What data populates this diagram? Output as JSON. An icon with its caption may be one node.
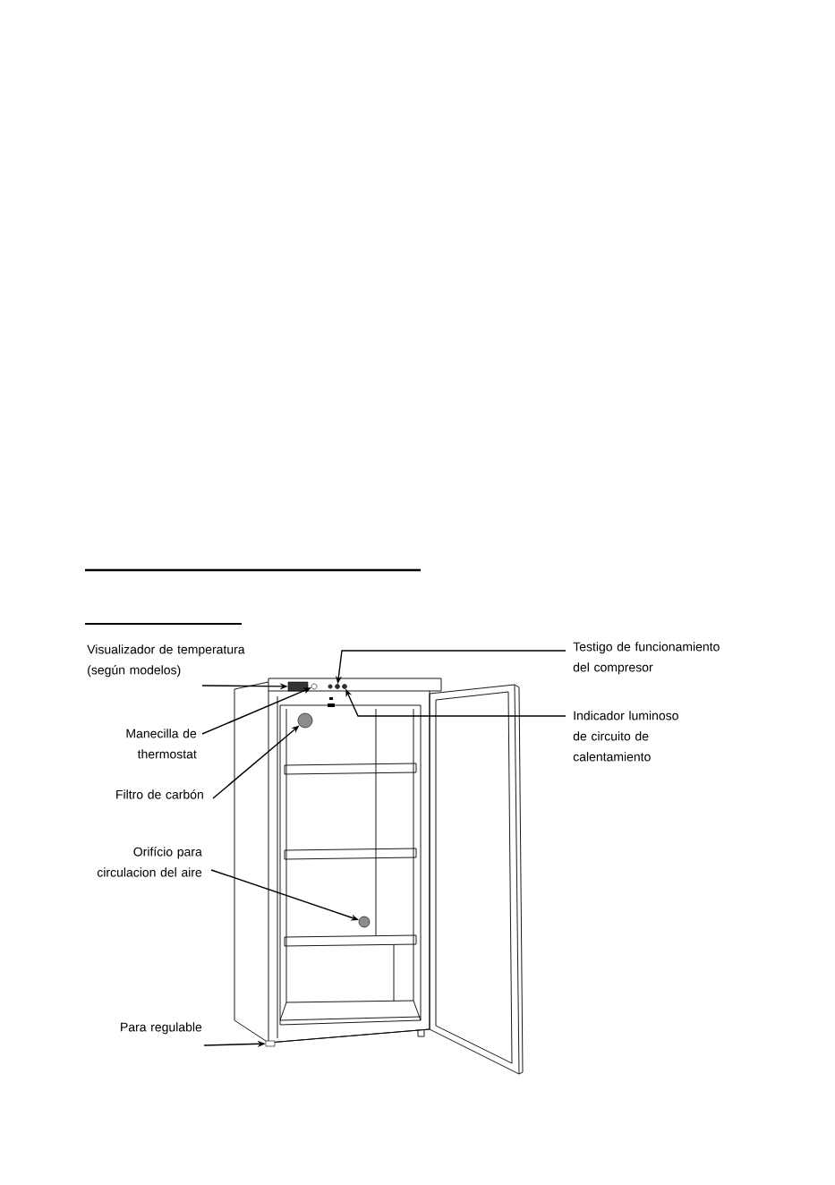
{
  "diagram": {
    "nodes": [
      {
        "text": [
          "Visualizador de temperatura (según modelos)"
        ]
      },
      {
        "text": [
          "Testigo de funcionamiento del compresor"
        ]
      },
      {
        "text": [
          "Manecilla de thermostat"
        ]
      },
      {
        "text": [
          "Indicador luminoso de circuito de calentamiento"
        ]
      },
      {
        "text": [
          "Filtro de carbón"
        ]
      },
      {
        "text": [
          "Orifício para circulacion del aire"
        ]
      },
      {
        "text": [
          "Para regulable"
        ]
      },
      {
        "text": [],
        "shape": "box"
      },
      {
        "text": [],
        "shape": "circle"
      },
      {
        "text": [],
        "shape": "circle"
      },
      {
        "text": [],
        "shape": "circle"
      },
      {
        "text": [],
        "shape": "circle"
      },
      {
        "text": [],
        "shape": "circle"
      },
      {
        "text": [],
        "shape": "box"
      }
    ],
    "edges": [
      {
        "from": 0,
        "to": 7,
        "arrow": "to"
      },
      {
        "from": 1,
        "to": 9,
        "arrow": "to"
      },
      {
        "from": 2,
        "to": 8,
        "arrow": "to"
      },
      {
        "from": 3,
        "to": 10,
        "arrow": "to"
      },
      {
        "from": 4,
        "to": 11,
        "arrow": "to"
      },
      {
        "from": 5,
        "to": 12,
        "arrow": "to"
      },
      {
        "from": 6,
        "to": 13,
        "arrow": "to"
      }
    ]
  }
}
